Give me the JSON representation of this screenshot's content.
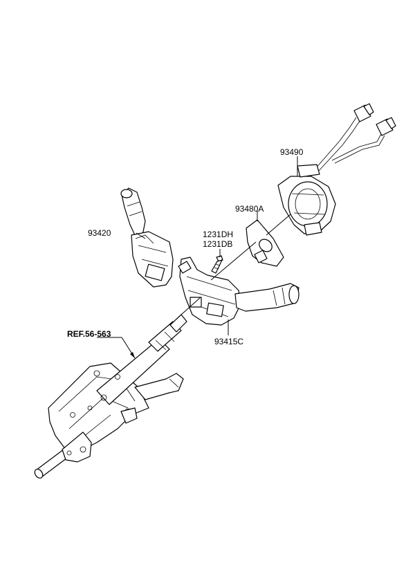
{
  "diagram": {
    "labels": {
      "combination_switch_left": "93420",
      "bolt_upper": "1231DH",
      "bolt_lower": "1231DB",
      "cover_plate": "93480A",
      "clock_spring": "93490",
      "switch_body": "93415C",
      "column_reference": "REF.56-563"
    }
  }
}
